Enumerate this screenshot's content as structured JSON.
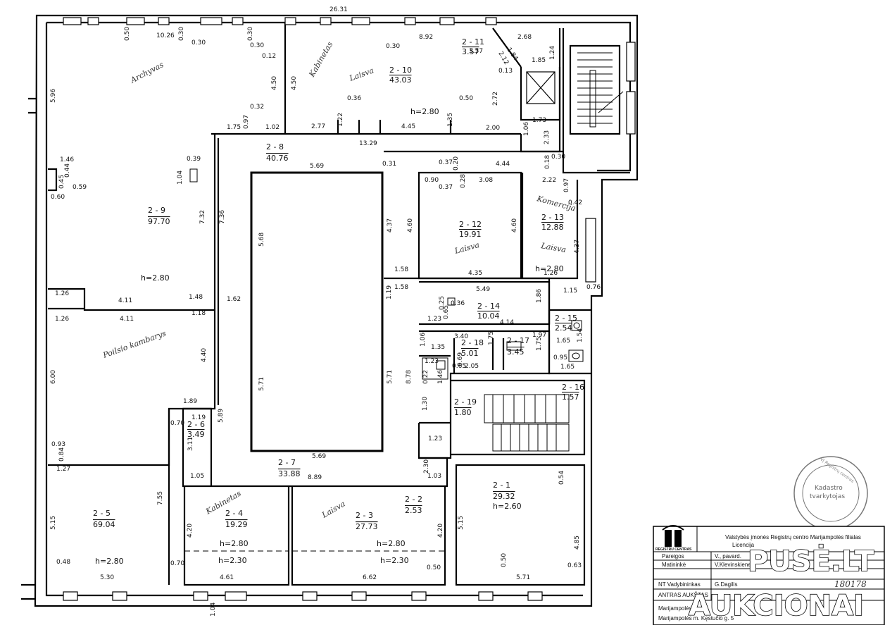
{
  "rooms": [
    {
      "id": "2 - 1",
      "area": "29.32",
      "height": "h=2.60"
    },
    {
      "id": "2 - 2",
      "area": "2.53"
    },
    {
      "id": "2 - 3",
      "area": "27.73",
      "height": "h=2.80",
      "height2": "h=2.30"
    },
    {
      "id": "2 - 4",
      "area": "19.29",
      "height": "h=2.80",
      "height2": "h=2.30"
    },
    {
      "id": "2 - 5",
      "area": "69.04",
      "height": "h=2.80"
    },
    {
      "id": "2 - 6",
      "area": "3.49"
    },
    {
      "id": "2 - 7",
      "area": "33.88"
    },
    {
      "id": "2 - 8",
      "area": "40.76"
    },
    {
      "id": "2 - 9",
      "area": "97.70",
      "height": "h=2.80"
    },
    {
      "id": "2 - 10",
      "area": "43.03",
      "height": "h=2.80"
    },
    {
      "id": "2 - 11",
      "area": "3.57"
    },
    {
      "id": "2 - 12",
      "area": "19.91"
    },
    {
      "id": "2 - 13",
      "area": "12.88",
      "height": "h=2.80"
    },
    {
      "id": "2 - 14",
      "area": "10.04"
    },
    {
      "id": "2 - 15",
      "area": "2.54"
    },
    {
      "id": "2 - 16",
      "area": "1.57"
    },
    {
      "id": "2 - 17",
      "area": "3.45"
    },
    {
      "id": "2 - 18",
      "area": "5.01"
    },
    {
      "id": "2 - 19",
      "area": "1.80"
    }
  ],
  "dimensions": {
    "overall_width": "26.31",
    "top": [
      "10.26",
      "0.30",
      "0.30",
      "0.30",
      "8.92",
      "2.68",
      "0.50",
      "0.30",
      "0.30"
    ],
    "left": [
      "5.96",
      "1.46",
      "0.44",
      "0.59",
      "0.60",
      "0.45",
      "1.26",
      "1.26",
      "6.00",
      "0.93",
      "0.84",
      "1.27",
      "5.15",
      "0.48",
      "0.70",
      "0.70"
    ],
    "misc": [
      "4.50",
      "4.50",
      "0.12",
      "0.36",
      "0.50",
      "1.22",
      "2.77",
      "4.45",
      "1.35",
      "2.00",
      "1.02",
      "1.75",
      "0.97",
      "0.32",
      "13.29",
      "5.69",
      "0.31",
      "0.37",
      "0.20",
      "4.44",
      "1.73",
      "2.33",
      "1.06",
      "0.18",
      "0.30",
      "2.22",
      "0.97",
      "0.42",
      "0.90",
      "0.37",
      "0.28",
      "3.08",
      "4.60",
      "4.60",
      "4.35",
      "4.37",
      "4.37",
      "7.32",
      "7.36",
      "5.68",
      "1.58",
      "1.58",
      "1.19",
      "1.62",
      "4.11",
      "4.11",
      "1.48",
      "1.18",
      "0.39",
      "1.04",
      "5.49",
      "0.25",
      "0.36",
      "0.65",
      "1.23",
      "4.14",
      "1.86",
      "3.40",
      "1.97",
      "1.35",
      "1.06",
      "0.69",
      "0.65",
      "2.05",
      "1.75",
      "1.75",
      "1.65",
      "1.54",
      "0.95",
      "1.65",
      "1.15",
      "0.76",
      "1.26",
      "4.40",
      "1.89",
      "5.71",
      "5.71",
      "5.89",
      "8.78",
      "1.19",
      "3.11",
      "1.05",
      "7.55",
      "5.69",
      "8.89",
      "1.23",
      "2.30",
      "1.03",
      "1.30",
      "0.54",
      "5.15",
      "4.85",
      "0.63",
      "0.50",
      "5.71",
      "4.20",
      "4.20",
      "4.61",
      "6.62",
      "1.04",
      "0.50",
      "5.30",
      "1.24",
      "1.85",
      "1.84",
      "2.12",
      "0.13",
      "2.72",
      "3.57",
      "1.23",
      "0.22",
      "1.46"
    ]
  },
  "handwriting": [
    "Archyvas",
    "Poilsio kambarys",
    "Kabinetas",
    "Komercija",
    "Laisva",
    "Kabinetas",
    "Laisva",
    "Laisva",
    "Laisva"
  ],
  "stamp": {
    "line1": "Kadastro",
    "line2": "tvarkytojas",
    "ring": "VĮ Registrų centras"
  },
  "title_block": {
    "org_line1": "Valstybės įmonės Registrų centro Marijampolės filialas",
    "org_line2": "Licencija",
    "logo_text": "REGISTRU CENTRAS",
    "rows": [
      {
        "label": "Pareigos",
        "value": "V., pavard."
      },
      {
        "label": "Matininkė",
        "value": "V.Klevinskiene"
      },
      {
        "label": "NT Vadybininkas",
        "value": "G.Dagilis"
      },
      {
        "label": "ANTRAS AUKŠTAS",
        "value": ""
      }
    ],
    "address_line1": "Marijampolės",
    "address_line2": "Marijampolės m. Kęstučio g. 5",
    "number": "180178"
  },
  "watermark": {
    "line1": "PUSĖ.LT",
    "line2": "AUKCIONAI"
  }
}
